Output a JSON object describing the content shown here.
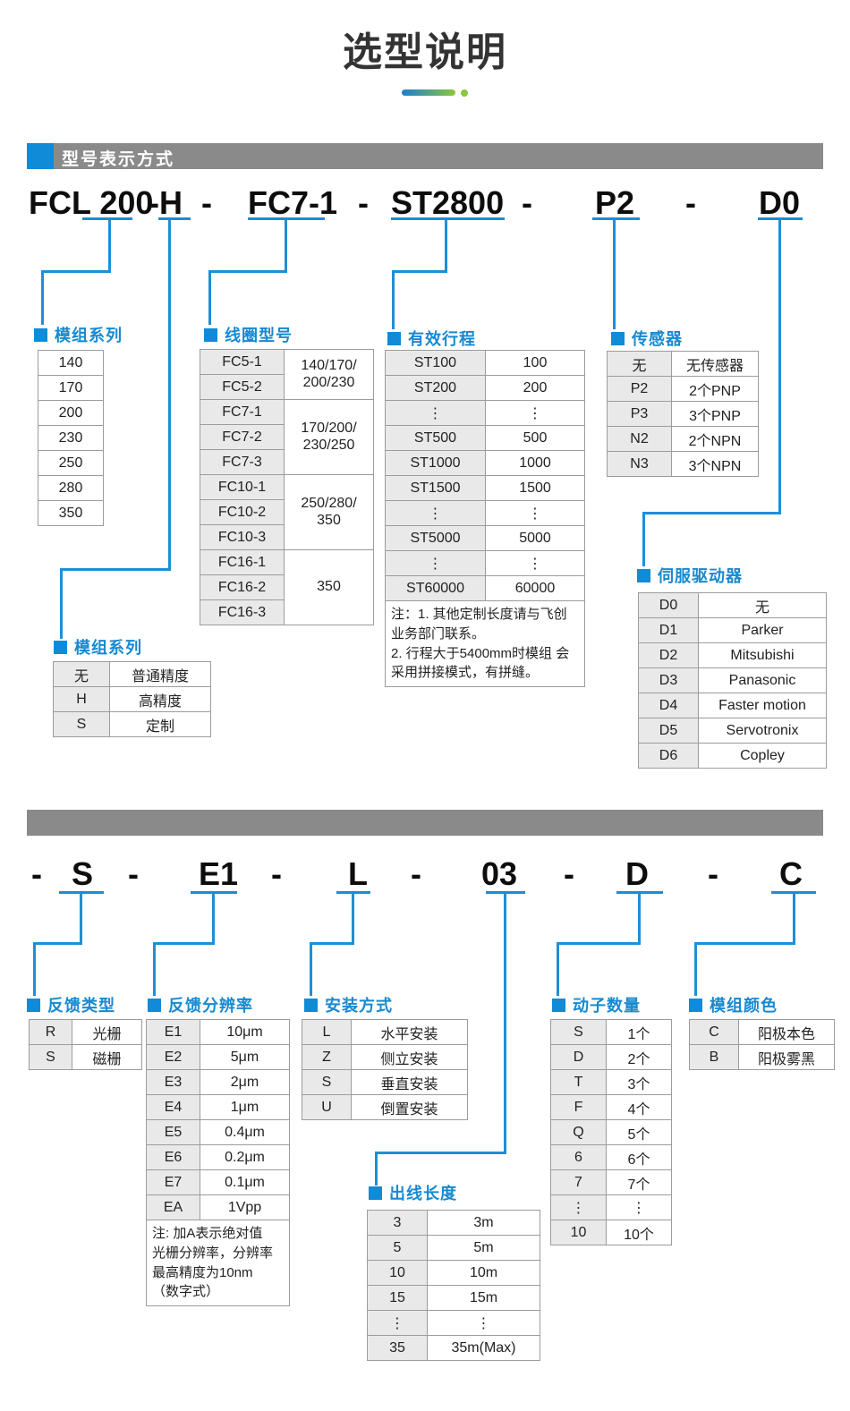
{
  "title": "选型说明",
  "colors": {
    "accent_blue": "#1789d1",
    "leader_blue": "#1e8fd6",
    "bar_gray": "#8a8a8a",
    "gradient_blue": "#1b7fd0",
    "gradient_green": "#8cc63f",
    "cell_gray": "#e9e9e9"
  },
  "section_top": {
    "bar_label": "型号表示方式"
  },
  "model1": {
    "segments": [
      "FCL 200",
      "-H",
      "-",
      "FC7-1",
      "-",
      "ST2800",
      "-",
      "P2",
      "-",
      "D0"
    ]
  },
  "model2": {
    "segments": [
      "-",
      "S",
      "-",
      "E1",
      "-",
      "L",
      "-",
      "03",
      "-",
      "D",
      "-",
      "C"
    ]
  },
  "labels": {
    "module_series": "模组系列",
    "coil_model": "线圈型号",
    "stroke": "有效行程",
    "sensor": "传感器",
    "servo_driver": "伺服驱动器",
    "module_series2": "模组系列",
    "feedback_type": "反馈类型",
    "feedback_resolution": "反馈分辨率",
    "mounting": "安装方式",
    "cable_length": "出线长度",
    "mover_count": "动子数量",
    "module_color": "模组颜色"
  },
  "tables": {
    "module_series": {
      "values": [
        "140",
        "170",
        "200",
        "230",
        "250",
        "280",
        "350"
      ]
    },
    "coil_model": {
      "codes": [
        "FC5-1",
        "FC5-2",
        "FC7-1",
        "FC7-2",
        "FC7-3",
        "FC10-1",
        "FC10-2",
        "FC10-3",
        "FC16-1",
        "FC16-2",
        "FC16-3"
      ],
      "groups": [
        {
          "label": "140/170/\n200/230",
          "span": 2
        },
        {
          "label": "170/200/\n230/250",
          "span": 3
        },
        {
          "label": "250/280/\n350",
          "span": 3
        },
        {
          "label": "350",
          "span": 3
        }
      ]
    },
    "stroke": {
      "rows": [
        [
          "ST100",
          "100"
        ],
        [
          "ST200",
          "200"
        ],
        [
          "⋮",
          "⋮"
        ],
        [
          "ST500",
          "500"
        ],
        [
          "ST1000",
          "1000"
        ],
        [
          "ST1500",
          "1500"
        ],
        [
          "⋮",
          "⋮"
        ],
        [
          "ST5000",
          "5000"
        ],
        [
          "⋮",
          "⋮"
        ],
        [
          "ST60000",
          "60000"
        ]
      ],
      "note": "注：1. 其他定制长度请与飞创\n业务部门联系。\n2. 行程大于5400mm时模组 会\n采用拼接模式，有拼缝。"
    },
    "sensor": {
      "rows": [
        [
          "无",
          "无传感器"
        ],
        [
          "P2",
          "2个PNP"
        ],
        [
          "P3",
          "3个PNP"
        ],
        [
          "N2",
          "2个NPN"
        ],
        [
          "N3",
          "3个NPN"
        ]
      ]
    },
    "servo_driver": {
      "rows": [
        [
          "D0",
          "无"
        ],
        [
          "D1",
          "Parker"
        ],
        [
          "D2",
          "Mitsubishi"
        ],
        [
          "D3",
          "Panasonic"
        ],
        [
          "D4",
          "Faster motion"
        ],
        [
          "D5",
          "Servotronix"
        ],
        [
          "D6",
          "Copley"
        ]
      ]
    },
    "precision": {
      "rows": [
        [
          "无",
          "普通精度"
        ],
        [
          "H",
          "高精度"
        ],
        [
          "S",
          "定制"
        ]
      ]
    },
    "feedback_type": {
      "rows": [
        [
          "R",
          "光栅"
        ],
        [
          "S",
          "磁栅"
        ]
      ]
    },
    "feedback_resolution": {
      "rows": [
        [
          "E1",
          "10μm"
        ],
        [
          "E2",
          "5μm"
        ],
        [
          "E3",
          "2μm"
        ],
        [
          "E4",
          "1μm"
        ],
        [
          "E5",
          "0.4μm"
        ],
        [
          "E6",
          "0.2μm"
        ],
        [
          "E7",
          "0.1μm"
        ],
        [
          "EA",
          "1Vpp"
        ]
      ],
      "note": "注: 加A表示绝对值\n光栅分辨率，分辨率\n最高精度为10nm\n（数字式）"
    },
    "mounting": {
      "rows": [
        [
          "L",
          "水平安装"
        ],
        [
          "Z",
          "侧立安装"
        ],
        [
          "S",
          "垂直安装"
        ],
        [
          "U",
          "倒置安装"
        ]
      ]
    },
    "cable_length": {
      "rows": [
        [
          "3",
          "3m"
        ],
        [
          "5",
          "5m"
        ],
        [
          "10",
          "10m"
        ],
        [
          "15",
          "15m"
        ],
        [
          "⋮",
          "⋮"
        ],
        [
          "35",
          "35m(Max)"
        ]
      ]
    },
    "mover_count": {
      "rows": [
        [
          "S",
          "1个"
        ],
        [
          "D",
          "2个"
        ],
        [
          "T",
          "3个"
        ],
        [
          "F",
          "4个"
        ],
        [
          "Q",
          "5个"
        ],
        [
          "6",
          "6个"
        ],
        [
          "7",
          "7个"
        ],
        [
          "⋮",
          "⋮"
        ],
        [
          "10",
          "10个"
        ]
      ]
    },
    "module_color": {
      "rows": [
        [
          "C",
          "阳极本色"
        ],
        [
          "B",
          "阳极雾黑"
        ]
      ]
    }
  }
}
